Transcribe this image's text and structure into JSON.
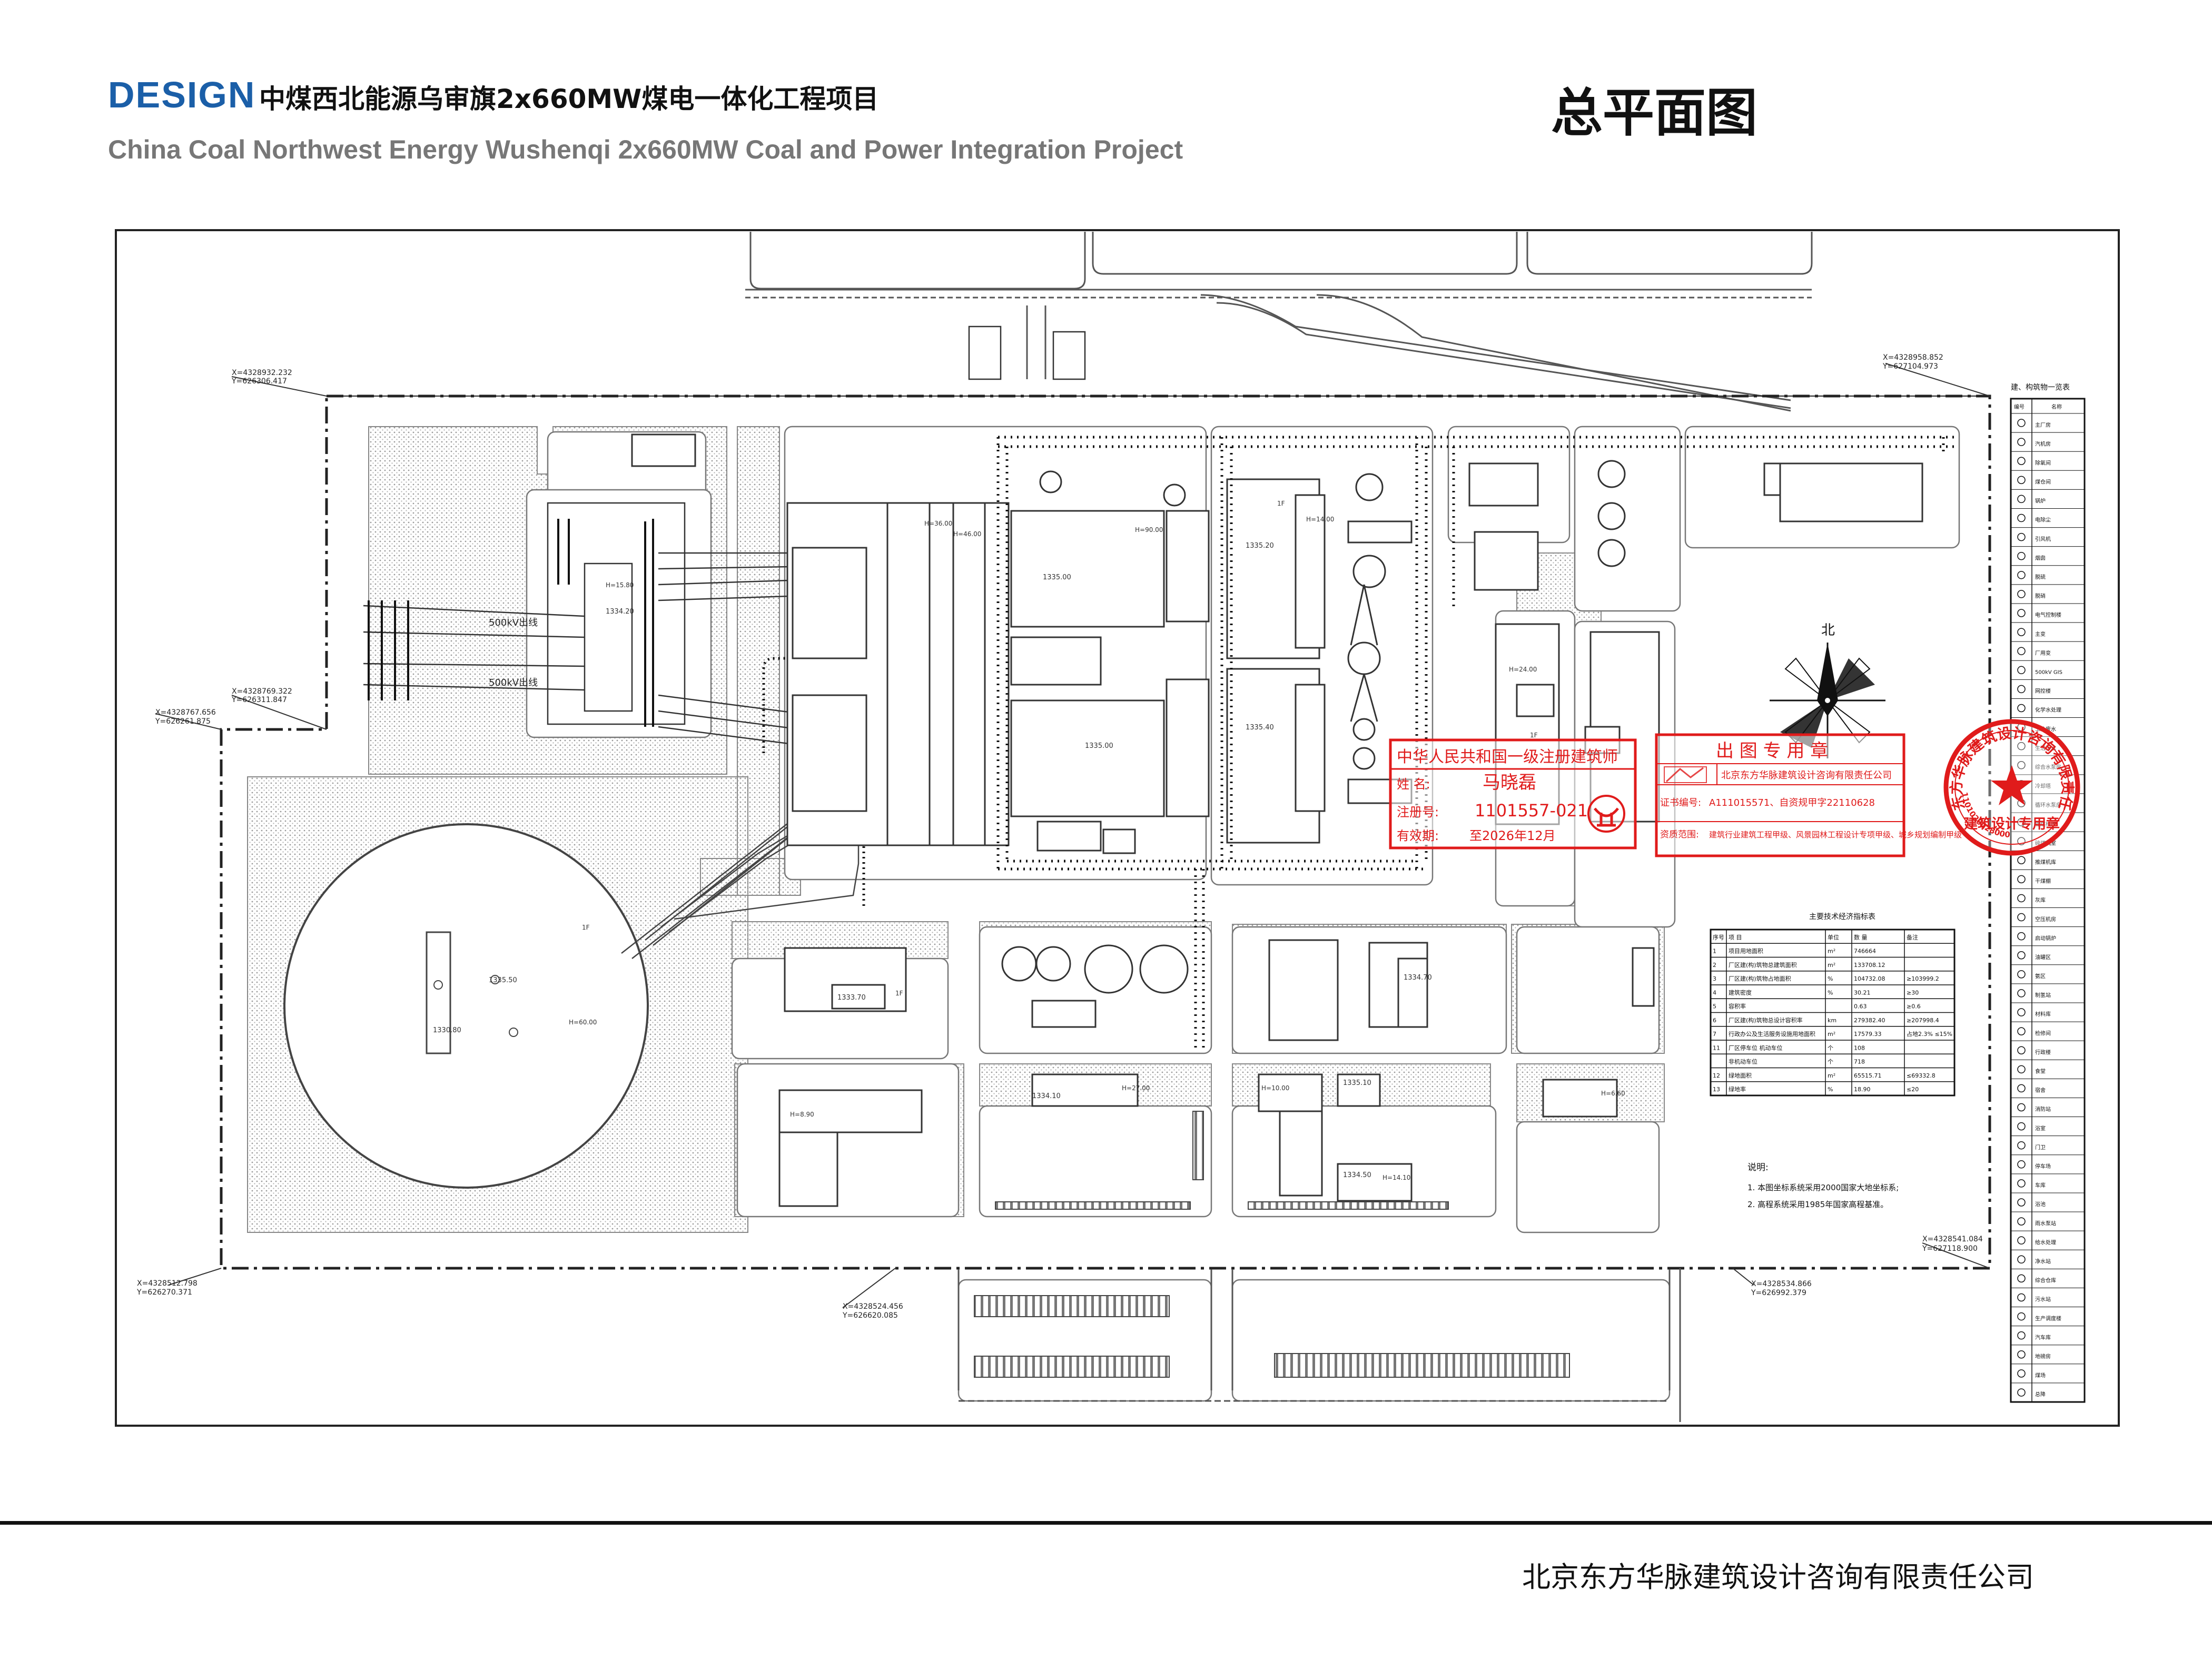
{
  "header": {
    "design_word": "DESIGN",
    "project_title_cn": "中煤西北能源乌审旗2x660MW煤电一体化工程项目",
    "project_title_en": "China Coal Northwest Energy Wushenqi 2x660MW Coal and Power Integration Project",
    "drawing_title": "总平面图"
  },
  "footer": {
    "company": "北京东方华脉建筑设计咨询有限责任公司"
  },
  "plan": {
    "north_label": "北",
    "line_labels": [
      "500kV出线",
      "500kV出线"
    ],
    "coordinates": [
      {
        "x": "X=4328932.232",
        "y": "Y=626306.417"
      },
      {
        "x": "X=4328958.852",
        "y": "Y=627104.973"
      },
      {
        "x": "X=4328769.322",
        "y": "Y=626311.847"
      },
      {
        "x": "X=4328767.656",
        "y": "Y=626261.875"
      },
      {
        "x": "X=4328541.084",
        "y": "Y=627118.900"
      },
      {
        "x": "X=4328512.798",
        "y": "Y=626270.371"
      },
      {
        "x": "X=4328524.456",
        "y": "Y=626620.085"
      },
      {
        "x": "X=4328534.866",
        "y": "Y=626992.379"
      }
    ],
    "legend_title": "建、构筑物一览表",
    "legend_header": [
      "编号",
      "名称"
    ],
    "legend_items": [
      "主厂房",
      "汽机房",
      "除氧间",
      "煤仓间",
      "锅炉",
      "电除尘",
      "引风机",
      "烟囱",
      "脱硫",
      "脱硝",
      "电气控制楼",
      "主变",
      "厂用变",
      "500kV GIS",
      "网控楼",
      "化学水处理",
      "工业废水",
      "生活污水",
      "综合水泵房",
      "冷却塔",
      "循环水泵房",
      "输煤栈桥",
      "碎煤机室",
      "推煤机库",
      "干煤棚",
      "灰库",
      "空压机房",
      "启动锅炉",
      "油罐区",
      "氨区",
      "制氢站",
      "材料库",
      "检修间",
      "行政楼",
      "食堂",
      "宿舍",
      "消防站",
      "浴室",
      "门卫",
      "停车场",
      "车库",
      "浴池",
      "雨水泵站",
      "给水处理",
      "净水站",
      "综合仓库",
      "污水站",
      "生产调度楼",
      "汽车库",
      "地磅房",
      "煤场",
      "总降"
    ],
    "stamps": {
      "architect": {
        "title": "中华人民共和国一级注册建筑师",
        "name_label": "姓  名:",
        "name": "马晓磊",
        "reg_label": "注册号:",
        "reg": "1101557-021",
        "valid_label": "有效期:",
        "valid": "至2026年12月"
      },
      "design_cert": {
        "title": "出  图  专  用  章",
        "company": "北京东方华脉建筑设计咨询有限责任公司",
        "cert_label": "证书编号:",
        "cert": "A111015571、自资规甲字22110628",
        "scope_label": "资质范围:",
        "scope": "建筑行业建筑工程甲级、风景园林工程设计专项甲级、城乡规划编制甲级"
      },
      "seal": {
        "ring_text": "北京东方华脉建筑设计咨询有限责任公司",
        "number": "1101020028000",
        "center_text": "建筑设计专用章"
      }
    },
    "indicator_table": {
      "title": "主要技术经济指标表",
      "headers": [
        "序号",
        "项   目",
        "单位",
        "数   量",
        "备注"
      ],
      "rows": [
        [
          "1",
          "项目用地面积",
          "m²",
          "746664",
          ""
        ],
        [
          "2",
          "厂区建(构)筑物总建筑面积",
          "m²",
          "133708.12",
          ""
        ],
        [
          "3",
          "厂区建(构)筑物占地面积",
          "%",
          "104732.08",
          "≥103999.2"
        ],
        [
          "4",
          "建筑密度",
          "%",
          "30.21",
          "≥30"
        ],
        [
          "5",
          "容积率",
          "",
          "0.63",
          "≥0.6"
        ],
        [
          "6",
          "厂区建(构)筑物总设计容积率",
          "km",
          "279382.40",
          "≥207998.4"
        ],
        [
          "7",
          "行政办公及生活服务设施用地面积",
          "m²",
          "17579.33",
          "占地2.3% ≤15%"
        ],
        [
          "11",
          "厂区停车位  机动车位",
          "个",
          "108",
          ""
        ],
        [
          "",
          "非机动车位",
          "个",
          "718",
          ""
        ],
        [
          "12",
          "绿地面积",
          "m²",
          "65515.71",
          "≤69332.8"
        ],
        [
          "13",
          "绿地率",
          "%",
          "18.90",
          "≤20"
        ]
      ]
    },
    "notes": {
      "title": "说明:",
      "items": [
        "1. 本图坐标系统采用2000国家大地坐标系;",
        "2. 高程系统采用1985年国家高程基准。"
      ]
    },
    "elevation_labels": [
      "1335.50",
      "1335.00",
      "1334.20",
      "1335.00",
      "1335.20",
      "1335.40",
      "1334.70",
      "1333.70",
      "1335.10",
      "1334.10",
      "1334.50",
      "1330.80"
    ],
    "height_labels": [
      "H=15.80",
      "H=36.00",
      "H=46.00",
      "H=90.00",
      "H=60.00",
      "H=14.00",
      "H=24.00",
      "H=27.00",
      "H=8.90",
      "H=10.00",
      "H=14.10",
      "H=6.60"
    ],
    "floor_label": "1F"
  }
}
